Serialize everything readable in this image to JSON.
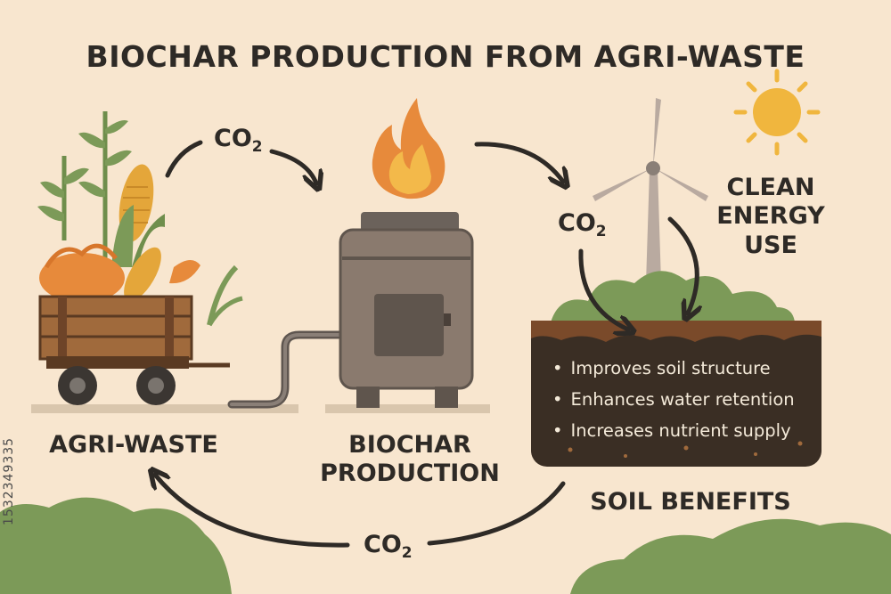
{
  "title": "BIOCHAR PRODUCTION FROM AGRI-WASTE",
  "labels": {
    "agri_waste": "AGRI-WASTE",
    "biochar_production_line1": "BIOCHAR",
    "biochar_production_line2": "PRODUCTION",
    "soil_benefits": "SOIL BENEFITS",
    "clean_energy_line1": "CLEAN",
    "clean_energy_line2": "ENERGY",
    "clean_energy_line3": "USE"
  },
  "co2": {
    "base": "CO",
    "subscript": "2"
  },
  "benefits": [
    "Improves soil structure",
    "Enhances water retention",
    "Increases nutrient supply"
  ],
  "watermark": "1532349335",
  "colors": {
    "background": "#f8e6cf",
    "text": "#2e2a26",
    "hill_green": "#7c9a58",
    "soil_dark": "#3a2e24",
    "soil_top": "#7a4a2a",
    "flame_outer": "#e78a3b",
    "flame_inner": "#f3b94a",
    "furnace": "#8a7a6e",
    "wood": "#8a5a33",
    "sun": "#f0b63e"
  },
  "icons": [
    "plant-icon",
    "corn-icon",
    "cart-icon",
    "flame-icon",
    "furnace-icon",
    "wind-turbine-icon",
    "sun-icon",
    "bush-icon",
    "soil-icon",
    "hill-icon"
  ]
}
